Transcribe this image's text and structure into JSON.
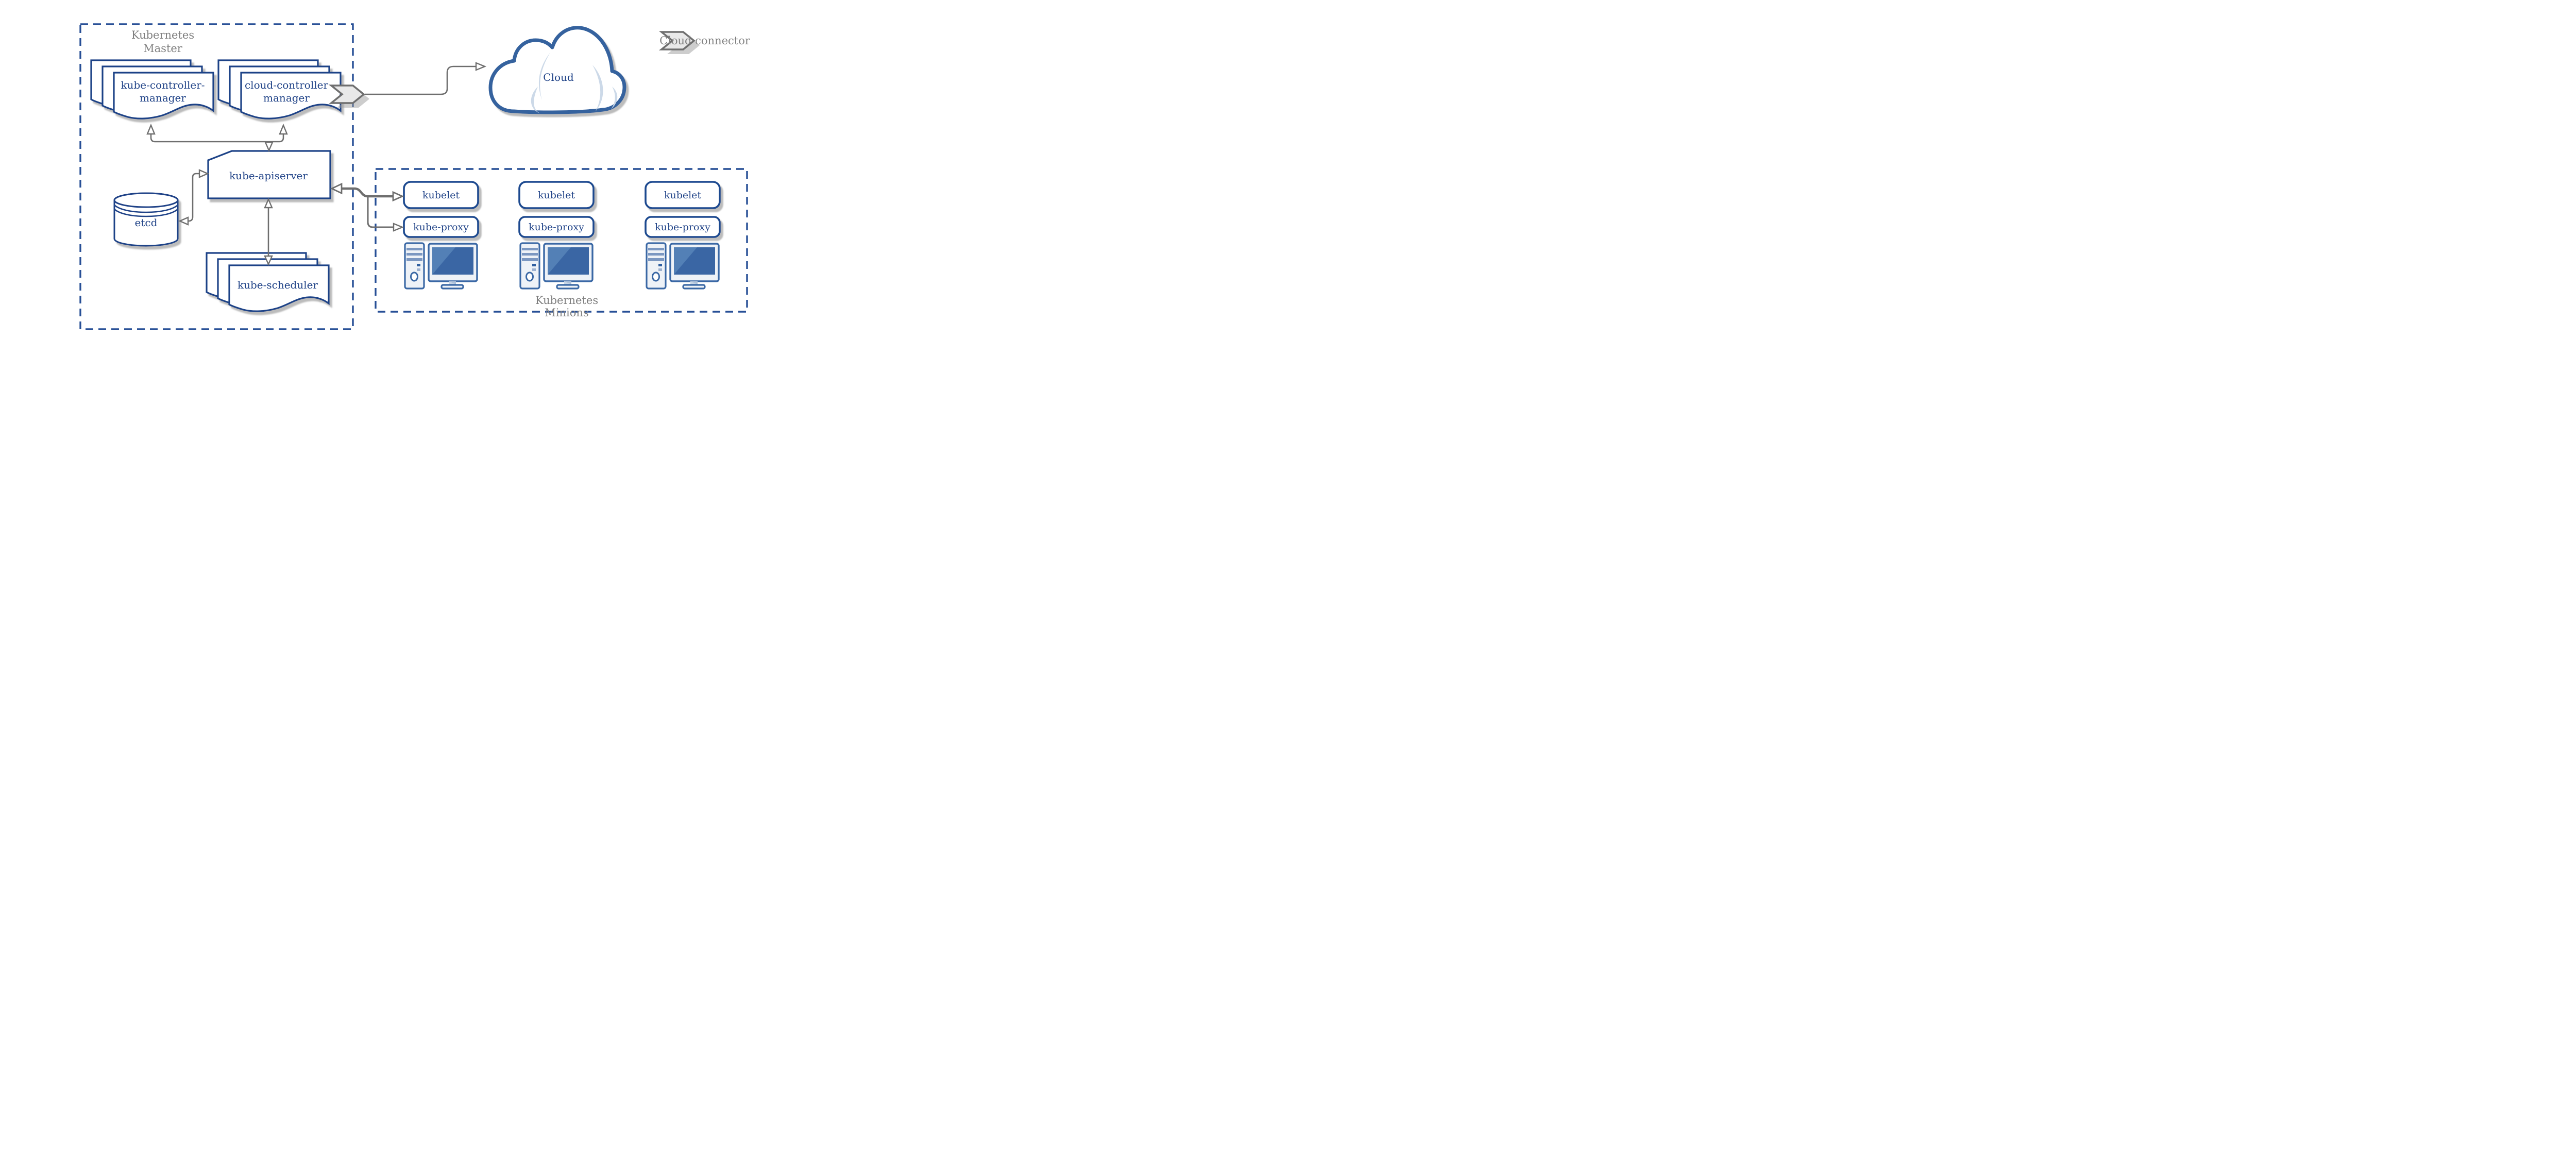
{
  "master": {
    "label_line1": "Kubernetes",
    "label_line2": "Master"
  },
  "minions": {
    "label_line1": "Kubernetes",
    "label_line2": "Minions"
  },
  "nodes": {
    "kube_controller_manager": {
      "line1": "kube-controller-",
      "line2": "manager"
    },
    "cloud_controller_manager": {
      "line1": "cloud-controller",
      "line2": "manager"
    },
    "kube_apiserver": {
      "label": "kube-apiserver"
    },
    "etcd": {
      "label": "etcd"
    },
    "kube_scheduler": {
      "label": "kube-scheduler"
    },
    "cloud": {
      "label": "Cloud"
    }
  },
  "minion_columns": [
    {
      "kubelet": "kubelet",
      "kube_proxy": "kube-proxy"
    },
    {
      "kubelet": "kubelet",
      "kube_proxy": "kube-proxy"
    },
    {
      "kubelet": "kubelet",
      "kube_proxy": "kube-proxy"
    }
  ],
  "legend": {
    "cloud_connector": "Cloud connector"
  },
  "colors": {
    "deep_blue": "#1f4287",
    "cloud_blue": "#35629e",
    "icon_blue": "#3a68a5",
    "screen_blue": "#3a66a4",
    "screen_highlight": "#5380b6",
    "stripe_blue": "#7b97c1",
    "light_fill": "#eef2f7",
    "crescent_blue": "#ccd9e8",
    "dashed_border_blue": "#274f96",
    "gray_text": "#7f7f7f",
    "connector_gray": "#6e6e6e",
    "chevron_fill": "#e9e9e9",
    "shadow_gray": "#b5b5b5"
  }
}
